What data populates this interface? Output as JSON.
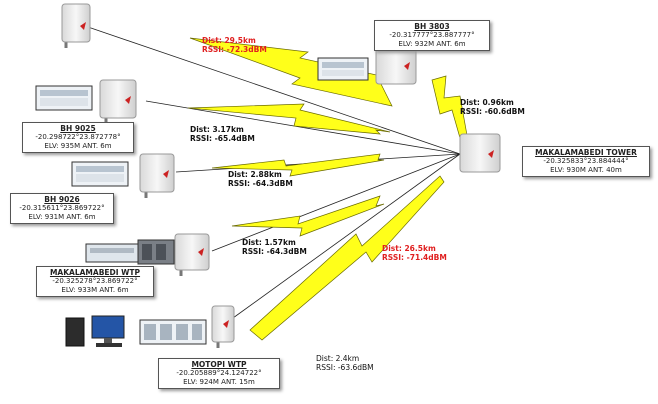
{
  "tower": {
    "name": "MAKALAMABEDI TOWER",
    "coords": "-20.325833°23.884444°",
    "specs": "ELV: 930M    ANT. 40m"
  },
  "sites": [
    {
      "name": "BH 3803",
      "coords": "-20.317777°23.887777°",
      "specs": "ELV: 932M    ANT. 6m"
    },
    {
      "name": "BH 9025",
      "coords": "-20.298722°23.872778°",
      "specs": "ELV: 935M    ANT. 6m"
    },
    {
      "name": "BH 9026",
      "coords": "-20.315611°23.869722°",
      "specs": "ELV: 931M    ANT. 6m"
    },
    {
      "name": "MAKALAMABEDI WTP",
      "coords": "-20.325278°23.869722°",
      "specs": "ELV: 933M    ANT. 6m"
    },
    {
      "name": "MOTOPI WTP",
      "coords": "-20.205889°24.124722°",
      "specs": "ELV: 924M    ANT. 15m"
    }
  ],
  "links": [
    {
      "dist": "Dist: 29.5km",
      "rssi": "RSSI: -72.3dBM"
    },
    {
      "dist": "Dist: 0.96km",
      "rssi": "RSSI: -60.6dBM"
    },
    {
      "dist": "Dist: 3.17km",
      "rssi": "RSSI: -65.4dBM"
    },
    {
      "dist": "Dist: 2.88km",
      "rssi": "RSSI: -64.3dBM"
    },
    {
      "dist": "Dist: 1.57km",
      "rssi": "RSSI: -64.3dBM"
    },
    {
      "dist": "Dist: 26.5km",
      "rssi": "RSSI: -71.4dBM"
    },
    {
      "dist": "Dist: 2.4km",
      "rssi": "RSSI: -63.6dBM"
    }
  ]
}
